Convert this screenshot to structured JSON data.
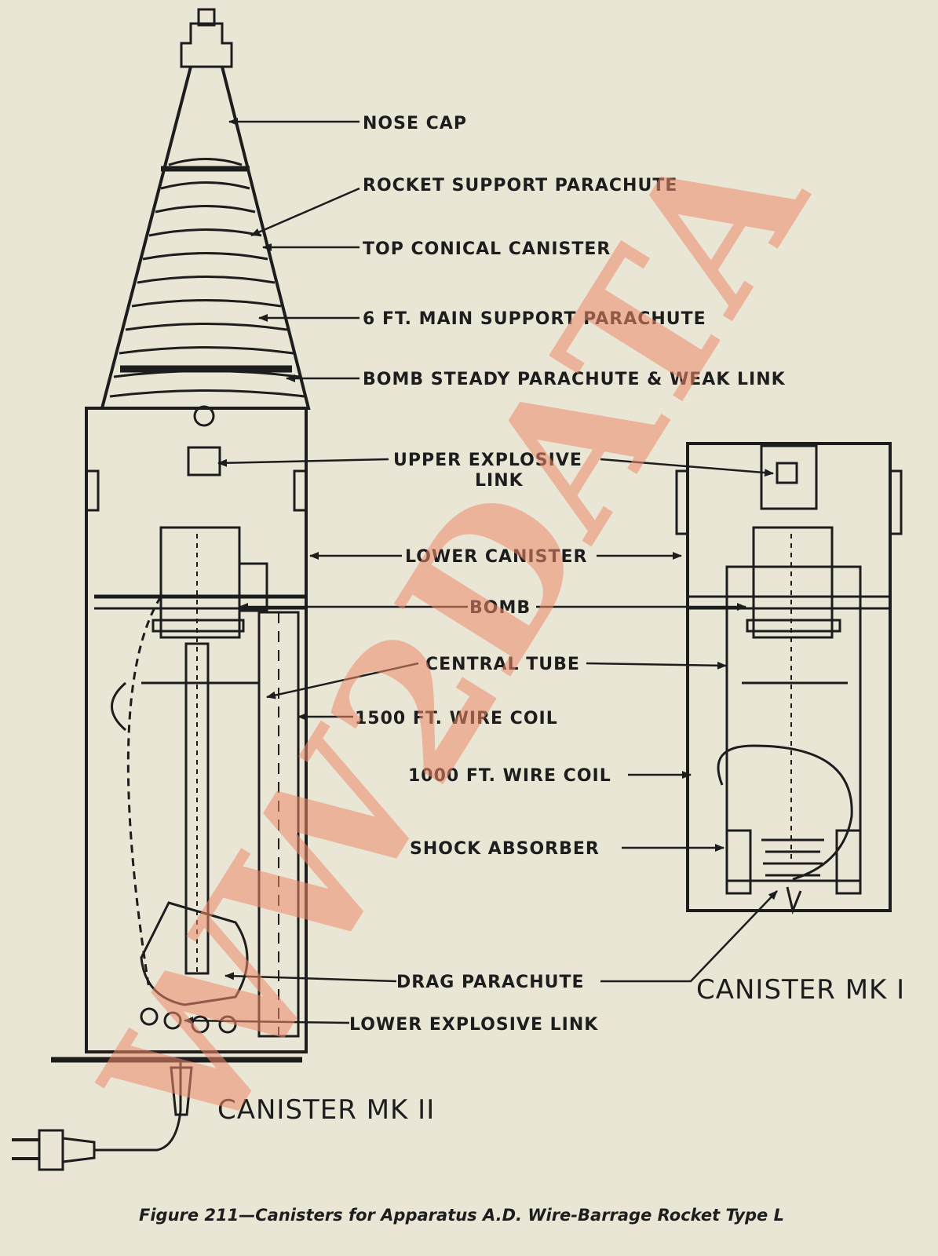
{
  "labels": {
    "nose_cap": "NOSE CAP",
    "rocket_support_parachute": "ROCKET SUPPORT PARACHUTE",
    "top_conical_canister": "TOP CONICAL CANISTER",
    "main_support_parachute": "6 FT. MAIN SUPPORT PARACHUTE",
    "bomb_steady_parachute": "BOMB STEADY PARACHUTE & WEAK LINK",
    "upper_explosive_link_1": "UPPER EXPLOSIVE",
    "upper_explosive_link_2": "LINK",
    "lower_canister": "LOWER CANISTER",
    "bomb": "BOMB",
    "central_tube": "CENTRAL TUBE",
    "wire_coil_1500": "1500 FT. WIRE COIL",
    "wire_coil_1000": "1000 FT. WIRE COIL",
    "shock_absorber": "SHOCK ABSORBER",
    "drag_parachute": "DRAG PARACHUTE",
    "lower_explosive_link": "LOWER EXPLOSIVE LINK"
  },
  "titles": {
    "canister_mk1": "CANISTER MK I",
    "canister_mk2": "CANISTER MK II"
  },
  "caption": "Figure 211—Canisters for Apparatus A.D. Wire-Barrage Rocket Type L",
  "watermark": "WW2DATA",
  "colors": {
    "paper": "#e9e6d6",
    "ink": "#1d1d1d",
    "watermark": "#f08a6c"
  }
}
